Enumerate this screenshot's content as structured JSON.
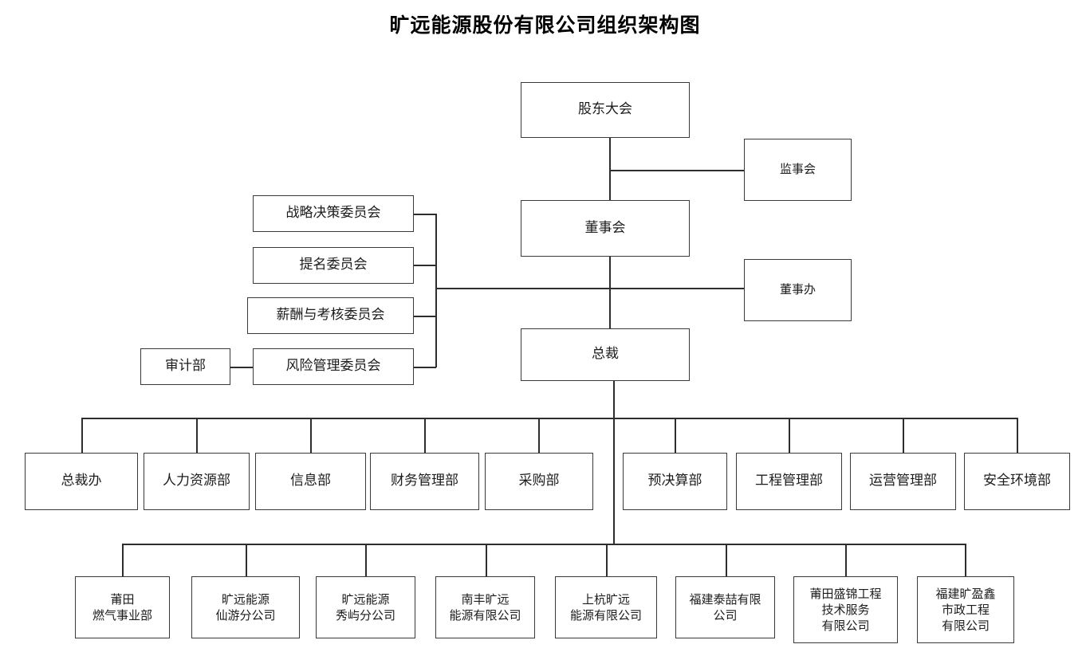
{
  "title": "旷远能源股份有限公司组织架构图",
  "chart": {
    "type": "org-chart",
    "governance": {
      "shareholders_meeting": "股东大会",
      "board_of_supervisors": "监事会",
      "board_of_directors": "董事会",
      "board_office": "董事办",
      "president": "总裁"
    },
    "committees": [
      {
        "label": "战略决策委员会"
      },
      {
        "label": "提名委员会"
      },
      {
        "label": "薪酬与考核委员会"
      },
      {
        "label": "风险管理委员会"
      }
    ],
    "audit": {
      "label": "审计部"
    },
    "departments_left": [
      {
        "label": "总裁办"
      },
      {
        "label": "人力资源部"
      },
      {
        "label": "信息部"
      },
      {
        "label": "财务管理部"
      },
      {
        "label": "采购部"
      }
    ],
    "departments_right": [
      {
        "label": "预决算部"
      },
      {
        "label": "工程管理部"
      },
      {
        "label": "运营管理部"
      },
      {
        "label": "安全环境部"
      }
    ],
    "subsidiaries": [
      {
        "label": "莆田\n燃气事业部"
      },
      {
        "label": "旷远能源\n仙游分公司"
      },
      {
        "label": "旷远能源\n秀屿分公司"
      },
      {
        "label": "南丰旷远\n能源有限公司"
      },
      {
        "label": "上杭旷远\n能源有限公司"
      },
      {
        "label": "福建泰喆有限\n公司"
      },
      {
        "label": "莆田盛锦工程\n技术服务\n有限公司"
      },
      {
        "label": "福建旷盈鑫\n市政工程\n有限公司"
      }
    ]
  },
  "colors": {
    "box_border": "#3a3a3a",
    "line": "#2e2e2e",
    "text": "#1c1c1c",
    "background": "#ffffff"
  }
}
